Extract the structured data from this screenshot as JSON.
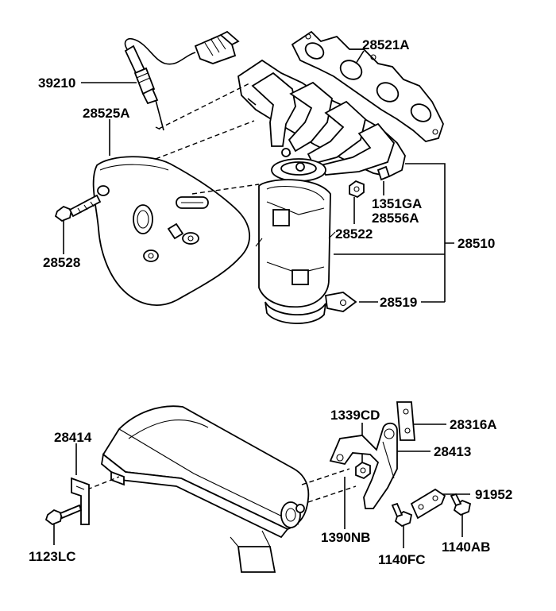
{
  "labels": {
    "l39210": "39210",
    "l28525A": "28525A",
    "l28521A": "28521A",
    "l1351GA": "1351GA",
    "l28556A": "28556A",
    "l28522": "28522",
    "l28510": "28510",
    "l28519": "28519",
    "l28528": "28528",
    "l28414": "28414",
    "l1123LC": "1123LC",
    "l1339CD": "1339CD",
    "l28316A": "28316A",
    "l28413": "28413",
    "l91952": "91952",
    "l1390NB": "1390NB",
    "l1140FC": "1140FC",
    "l1140AB": "1140AB"
  },
  "colors": {
    "line": "#000000",
    "background": "#ffffff"
  }
}
